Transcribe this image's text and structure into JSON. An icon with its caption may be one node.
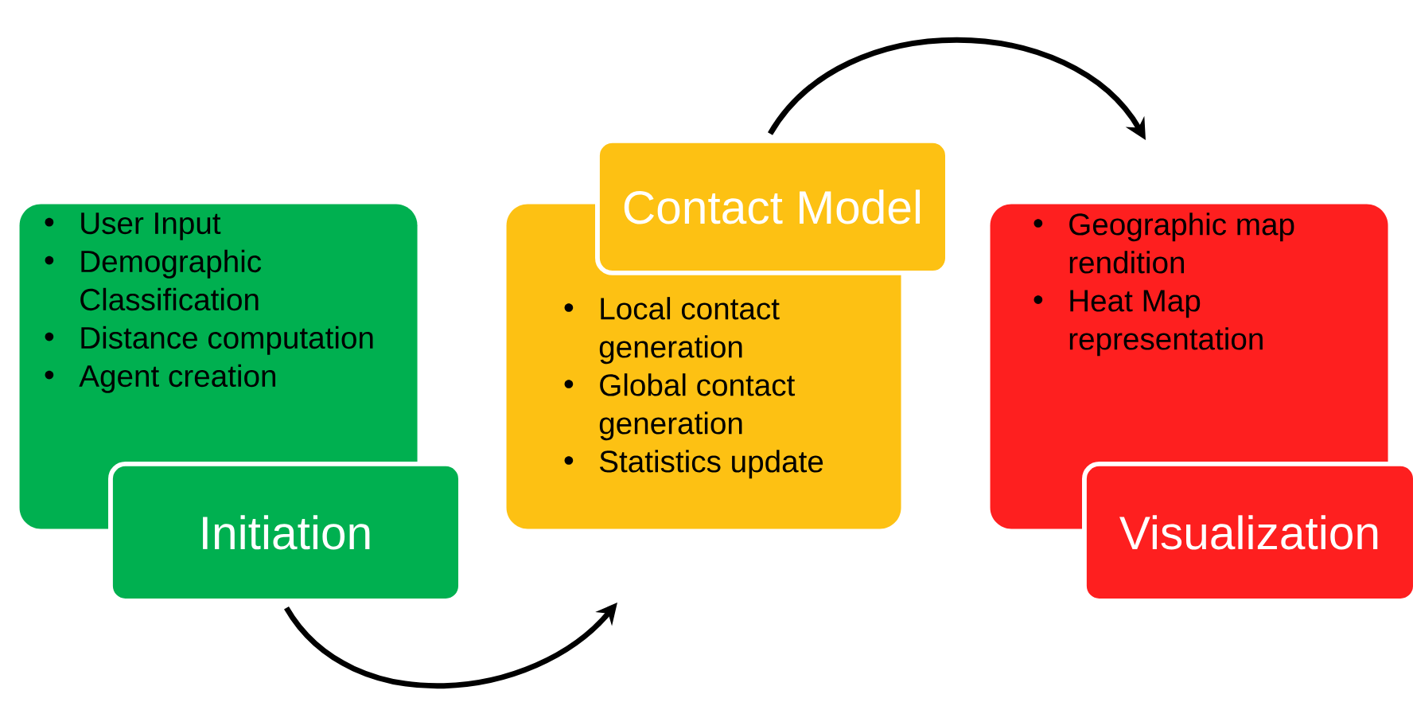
{
  "diagram": {
    "nodes": [
      {
        "text": [
          "User Input",
          "Demographic Classification",
          "Distance computation",
          "Agent creation"
        ]
      },
      {
        "text": [
          "Initiation"
        ]
      },
      {
        "text": [
          "Local contact generation",
          "Global contact generation",
          "Statistics  update"
        ]
      },
      {
        "text": [
          "Contact Model"
        ]
      },
      {
        "text": [
          "Geographic map rendition",
          "Heat Map representation"
        ]
      },
      {
        "text": [
          "Visualization"
        ]
      }
    ],
    "edges": [
      {
        "from": 1,
        "to": 2,
        "arrow": "to"
      },
      {
        "from": 3,
        "to": 4,
        "arrow": "to"
      }
    ]
  }
}
